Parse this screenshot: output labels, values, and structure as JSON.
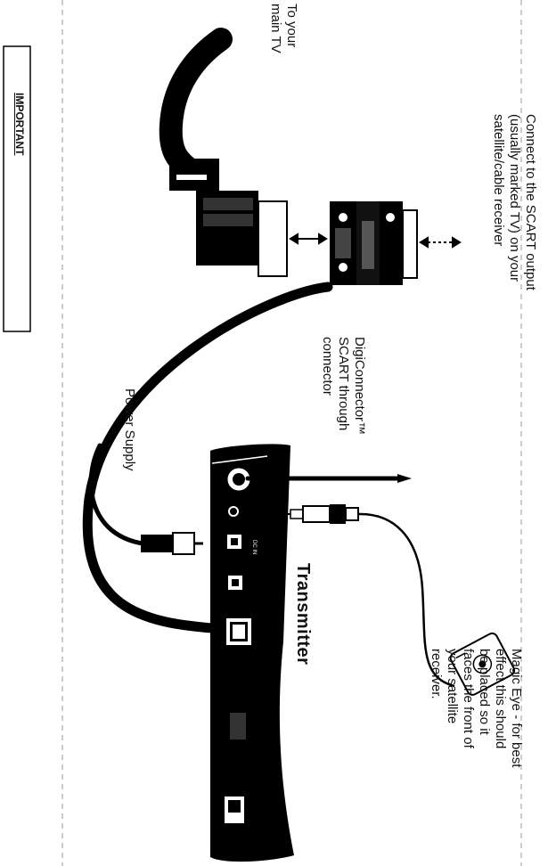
{
  "labels": {
    "to_tv": "To your\nmain TV",
    "scart_output": "Connect to the SCART output\n(usually marked TV) on your\nsatellite/cable receiver",
    "digi_connector": "DigiConnector™\nSCART through\nconnector",
    "power_supply": "Power Supply",
    "transmitter": "Transmitter",
    "magic_eye": "Magic Eye - for best\neffect this should\nbe placed so it\nfaces the front of\nyour satellite\nreceiver.",
    "important": "IMPORTANT"
  }
}
